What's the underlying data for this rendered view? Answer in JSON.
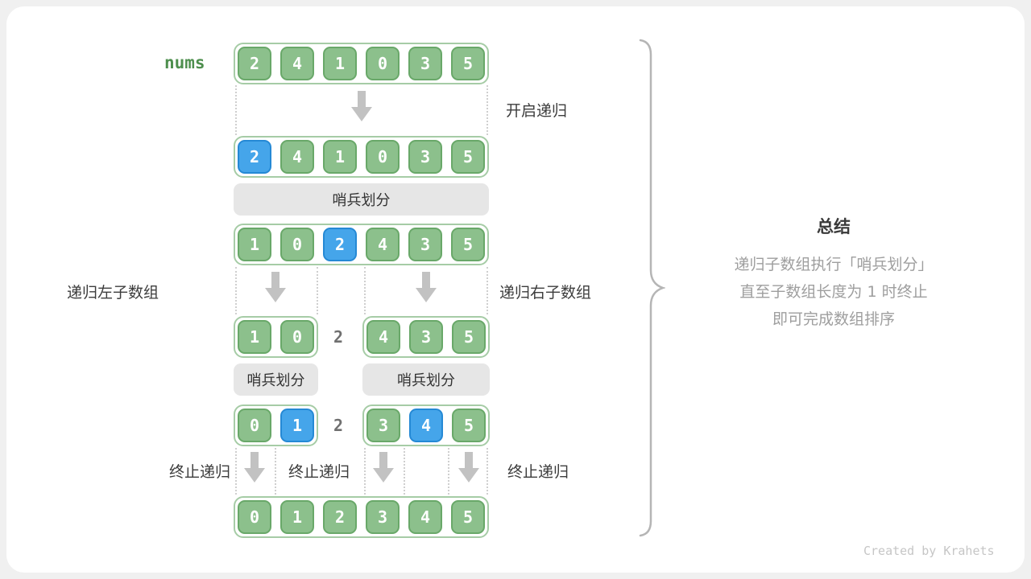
{
  "colors": {
    "bg": "#f0f0f0",
    "card": "#ffffff",
    "green": "#8cc08c",
    "green-border": "#69a869",
    "box-border": "#a6cca6",
    "blue": "#45a5ea",
    "blue-border": "#2589d5",
    "arrow": "#c2c2c2",
    "bar": "#e6e6e6",
    "label": "#3c3c3c",
    "muted": "#9e9e9e",
    "dotted": "#cfcfcf",
    "nums": "#4e8f4e",
    "credit": "#c6c6c6",
    "loose": "#707070",
    "brace": "#b5b5b5"
  },
  "arrays": {
    "row1": [
      {
        "v": "2"
      },
      {
        "v": "4"
      },
      {
        "v": "1"
      },
      {
        "v": "0"
      },
      {
        "v": "3"
      },
      {
        "v": "5"
      }
    ],
    "row2": [
      {
        "v": "2",
        "hl": true
      },
      {
        "v": "4"
      },
      {
        "v": "1"
      },
      {
        "v": "0"
      },
      {
        "v": "3"
      },
      {
        "v": "5"
      }
    ],
    "row3": [
      {
        "v": "1"
      },
      {
        "v": "0"
      },
      {
        "v": "2",
        "hl": true
      },
      {
        "v": "4"
      },
      {
        "v": "3"
      },
      {
        "v": "5"
      }
    ],
    "row4l": [
      {
        "v": "1"
      },
      {
        "v": "0"
      }
    ],
    "row4r": [
      {
        "v": "4"
      },
      {
        "v": "3"
      },
      {
        "v": "5"
      }
    ],
    "row5l": [
      {
        "v": "0"
      },
      {
        "v": "1",
        "hl": true
      }
    ],
    "row5r": [
      {
        "v": "3"
      },
      {
        "v": "4",
        "hl": true
      },
      {
        "v": "5"
      }
    ],
    "row6": [
      {
        "v": "0"
      },
      {
        "v": "1"
      },
      {
        "v": "2"
      },
      {
        "v": "3"
      },
      {
        "v": "4"
      },
      {
        "v": "5"
      }
    ],
    "loose4": "2",
    "loose5": "2"
  },
  "labels": {
    "nums": "nums",
    "open_recursion": "开启递归",
    "partition1": "哨兵划分",
    "partition_left": "哨兵划分",
    "partition_right": "哨兵划分",
    "recurse_left": "递归左子数组",
    "recurse_right": "递归右子数组",
    "terminate_left": "终止递归",
    "terminate_mid": "终止递归",
    "terminate_right": "终止递归"
  },
  "summary": {
    "title": "总结",
    "lines": [
      "递归子数组执行「哨兵划分」",
      "直至子数组长度为 1 时终止",
      "即可完成数组排序"
    ]
  },
  "credit": "Created by Krahets"
}
